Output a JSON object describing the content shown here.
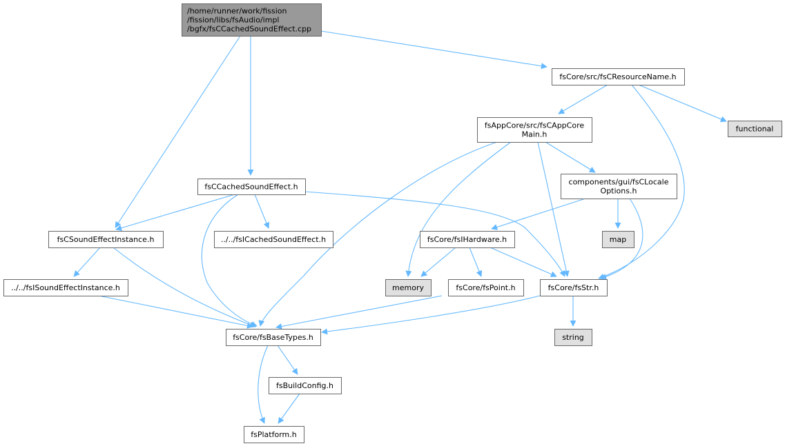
{
  "colors": {
    "edge": "#63b8ff",
    "root_fill": "#999999",
    "file_fill": "#ffffff",
    "external_fill": "#e0e0e0",
    "border": "#666666"
  },
  "nodes": {
    "root": {
      "lines": [
        "/home/runner/work/fission",
        "/fission/libs/fsAudio/impl",
        "/bgfx/fsCCachedSoundEffect.cpp"
      ],
      "kind": "root"
    },
    "resname": {
      "lines": [
        "fsCore/src/fsCResourceName.h"
      ],
      "kind": "file"
    },
    "functional": {
      "lines": [
        "functional"
      ],
      "kind": "external"
    },
    "appcore": {
      "lines": [
        "fsAppCore/src/fsCAppCore",
        "Main.h"
      ],
      "kind": "file"
    },
    "locale": {
      "lines": [
        "components/gui/fsCLocale",
        "Options.h"
      ],
      "kind": "file"
    },
    "cached": {
      "lines": [
        "fsCCachedSoundEffect.h"
      ],
      "kind": "file"
    },
    "instance": {
      "lines": [
        "fsCSoundEffectInstance.h"
      ],
      "kind": "file"
    },
    "icached": {
      "lines": [
        "../../fsICachedSoundEffect.h"
      ],
      "kind": "file"
    },
    "map": {
      "lines": [
        "map"
      ],
      "kind": "external"
    },
    "hardware": {
      "lines": [
        "fsCore/fsIHardware.h"
      ],
      "kind": "file"
    },
    "iinstance": {
      "lines": [
        "../../fsISoundEffectInstance.h"
      ],
      "kind": "file"
    },
    "memory": {
      "lines": [
        "memory"
      ],
      "kind": "external"
    },
    "point": {
      "lines": [
        "fsCore/fsPoint.h"
      ],
      "kind": "file"
    },
    "str": {
      "lines": [
        "fsCore/fsStr.h"
      ],
      "kind": "file"
    },
    "basetypes": {
      "lines": [
        "fsCore/fsBaseTypes.h"
      ],
      "kind": "file"
    },
    "string": {
      "lines": [
        "string"
      ],
      "kind": "external"
    },
    "buildconfig": {
      "lines": [
        "fsBuildConfig.h"
      ],
      "kind": "file"
    },
    "platform": {
      "lines": [
        "fsPlatform.h"
      ],
      "kind": "file"
    }
  },
  "edges": [
    [
      "root",
      "resname"
    ],
    [
      "root",
      "cached"
    ],
    [
      "root",
      "instance"
    ],
    [
      "resname",
      "appcore"
    ],
    [
      "resname",
      "functional"
    ],
    [
      "resname",
      "str"
    ],
    [
      "appcore",
      "locale"
    ],
    [
      "appcore",
      "basetypes"
    ],
    [
      "appcore",
      "memory"
    ],
    [
      "appcore",
      "str"
    ],
    [
      "locale",
      "hardware"
    ],
    [
      "locale",
      "map"
    ],
    [
      "locale",
      "str"
    ],
    [
      "cached",
      "instance"
    ],
    [
      "cached",
      "icached"
    ],
    [
      "cached",
      "basetypes"
    ],
    [
      "cached",
      "str"
    ],
    [
      "instance",
      "iinstance"
    ],
    [
      "instance",
      "basetypes"
    ],
    [
      "iinstance",
      "basetypes"
    ],
    [
      "hardware",
      "memory"
    ],
    [
      "hardware",
      "point"
    ],
    [
      "hardware",
      "str"
    ],
    [
      "point",
      "basetypes"
    ],
    [
      "str",
      "basetypes"
    ],
    [
      "str",
      "string"
    ],
    [
      "basetypes",
      "buildconfig"
    ],
    [
      "basetypes",
      "platform"
    ],
    [
      "buildconfig",
      "platform"
    ]
  ]
}
